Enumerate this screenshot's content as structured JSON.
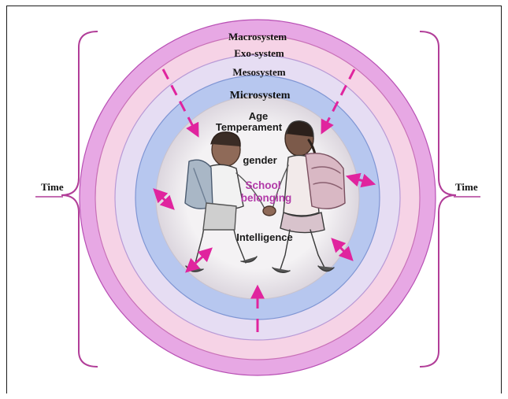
{
  "rings": [
    {
      "id": "macro",
      "label": "Macrosystem",
      "fill": "#e7a8e4",
      "stroke": "#b84fb4"
    },
    {
      "id": "exo",
      "label": "Exo-system",
      "fill": "#f6d3e6",
      "stroke": "#c870b7"
    },
    {
      "id": "meso",
      "label": "Mesosystem",
      "fill": "#e6ddf3",
      "stroke": "#b89ad6"
    },
    {
      "id": "micro",
      "label": "Microsystem",
      "fill": "#b7c7ef",
      "stroke": "#7f95d3"
    }
  ],
  "time": {
    "left": "Time",
    "right": "Time"
  },
  "child_factors": {
    "age": "Age",
    "temperament": "Temperament",
    "gender": "gender",
    "school_belonging": [
      "School",
      "belonging"
    ],
    "intelligence": "Intelligence"
  },
  "colors": {
    "arrow": "#e0249e",
    "brace": "#b13d98",
    "core": "#f3f1f3"
  }
}
